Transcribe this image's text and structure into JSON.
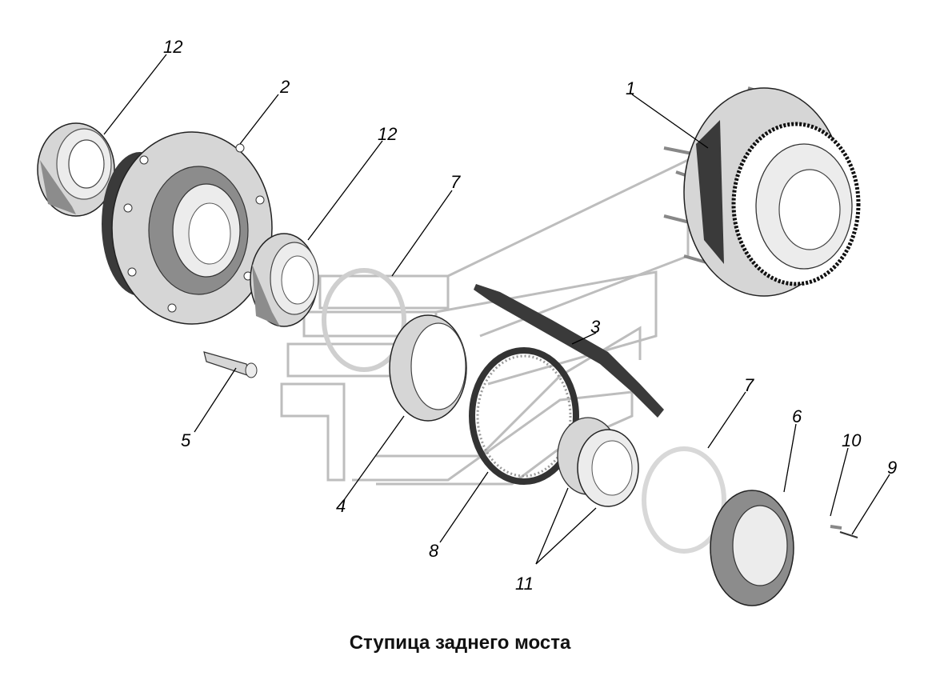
{
  "caption": "Ступица заднего моста",
  "callouts": {
    "c1": "1",
    "c2": "2",
    "c3": "3",
    "c4": "4",
    "c5": "5",
    "c6": "6",
    "c7a": "7",
    "c7b": "7",
    "c8": "8",
    "c9": "9",
    "c10": "10",
    "c11": "11",
    "c12a": "12",
    "c12b": "12"
  }
}
